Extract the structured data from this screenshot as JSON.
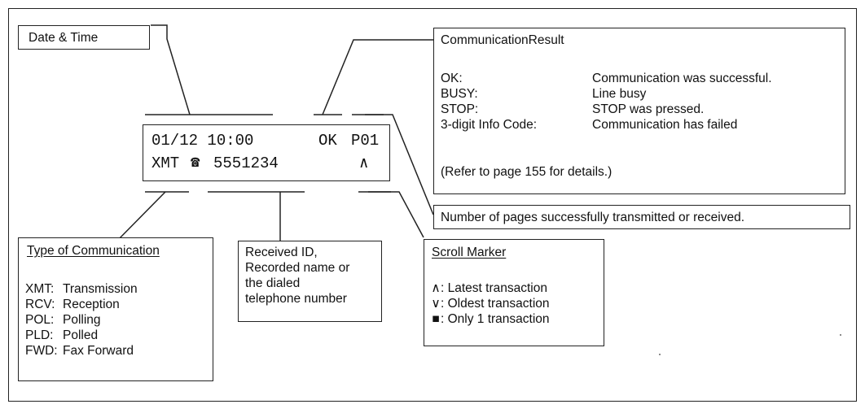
{
  "date_time_box": {
    "title": "Date & Time"
  },
  "lcd_display": {
    "date_time": "01/12 10:00",
    "result": "OK",
    "pages": "P01",
    "type": "XMT",
    "phone_symbol": "☎",
    "number": "5551234",
    "scroll": "∧"
  },
  "communication_result": {
    "title": "CommunicationResult",
    "items": [
      {
        "code": "OK:",
        "desc": "Communication was successful."
      },
      {
        "code": "BUSY:",
        "desc": "Line busy"
      },
      {
        "code": "STOP:",
        "desc": "STOP was pressed."
      },
      {
        "code": "3-digit Info Code:",
        "desc": "Communication has failed"
      }
    ],
    "note": "(Refer to page 155 for details.)"
  },
  "pages_box": {
    "text": "Number of pages successfully transmitted or received."
  },
  "type_box": {
    "title": "Type of Communication",
    "items": [
      {
        "code": "XMT:",
        "desc": "Transmission"
      },
      {
        "code": "RCV:",
        "desc": "Reception"
      },
      {
        "code": "POL:",
        "desc": "Polling"
      },
      {
        "code": "PLD:",
        "desc": "Polled"
      },
      {
        "code": "FWD:",
        "desc": "Fax Forward"
      }
    ]
  },
  "received_box": {
    "lines": [
      "Received ID,",
      "Recorded name or",
      "the dialed",
      "telephone number"
    ]
  },
  "scroll_box": {
    "title": "Scroll Marker",
    "items": [
      {
        "symbol": "∧",
        "desc": ": Latest transaction"
      },
      {
        "symbol": "∨",
        "desc": ": Oldest transaction"
      },
      {
        "symbol": "■",
        "desc": ": Only 1 transaction"
      }
    ]
  }
}
